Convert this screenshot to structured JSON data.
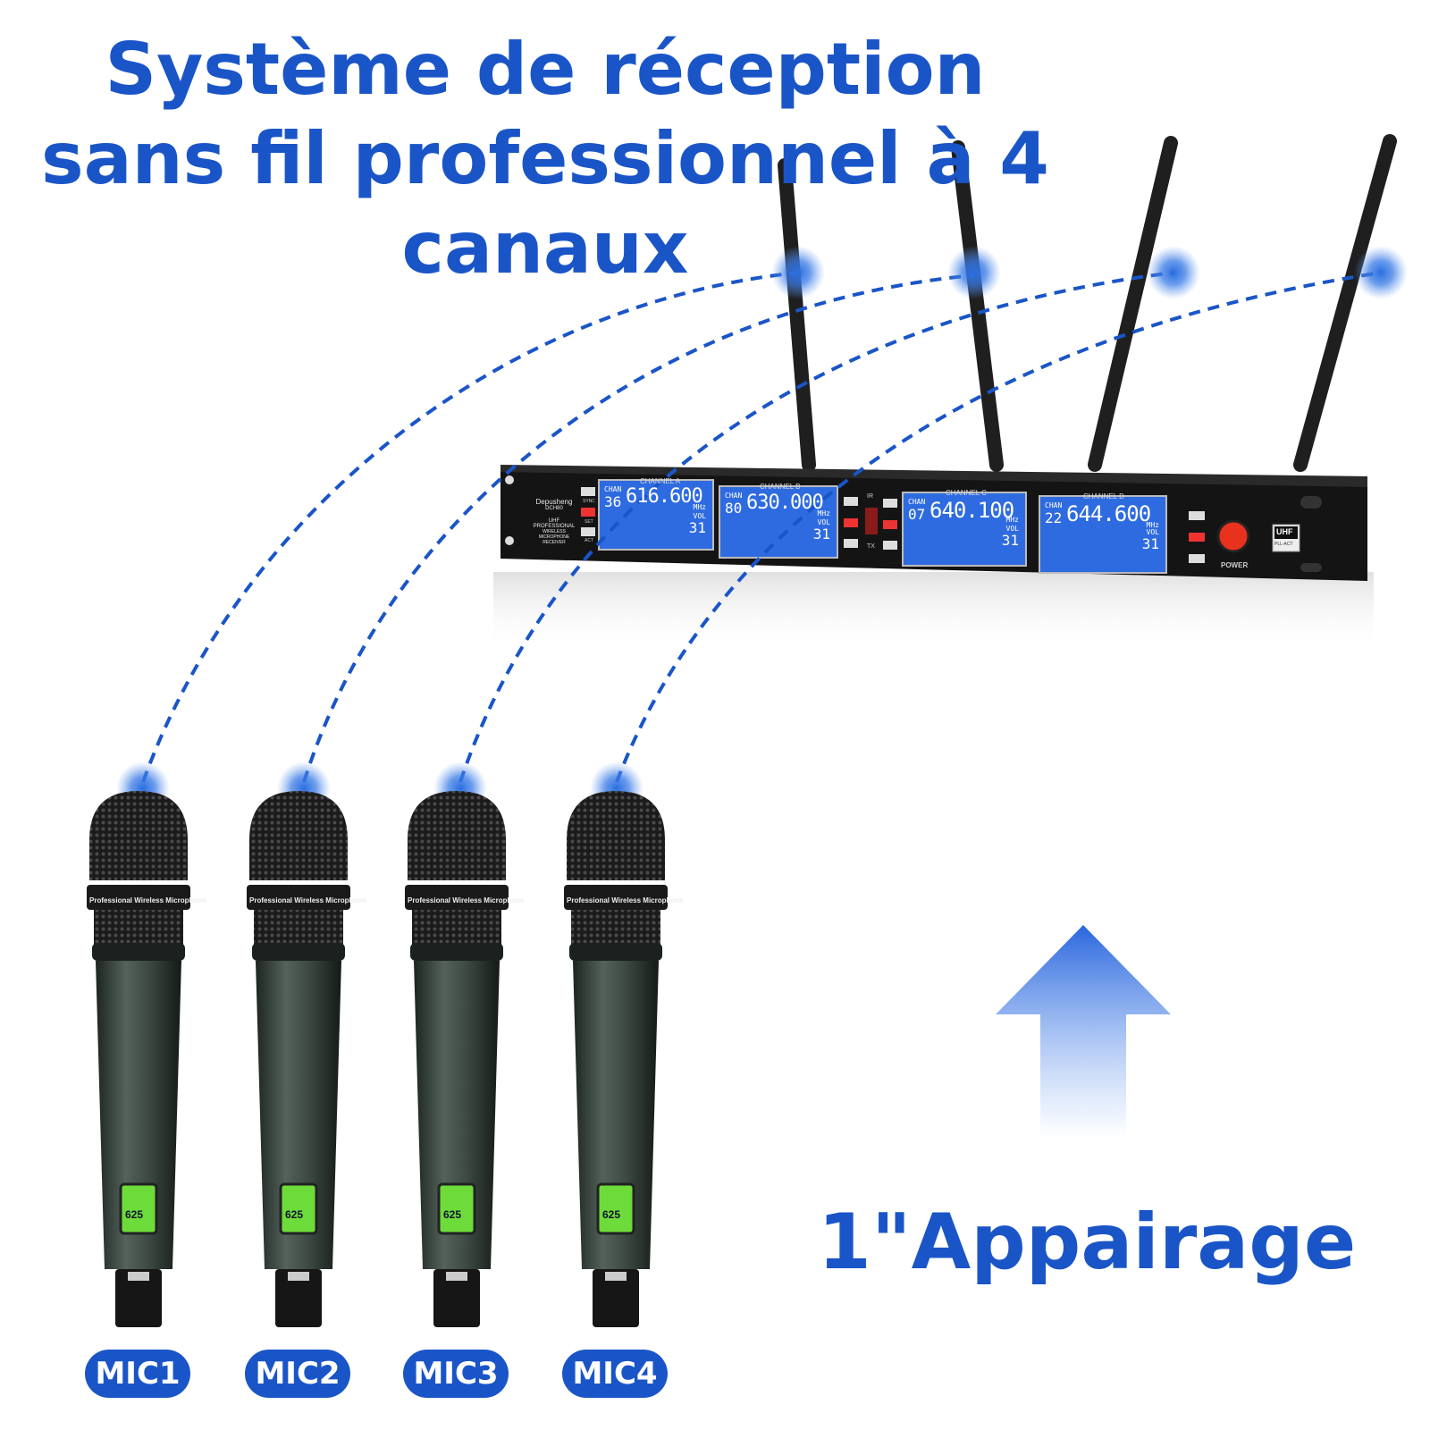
{
  "headline": {
    "line1": "Système de réception",
    "line2": "sans fil professionnel à 4",
    "line3": "canaux"
  },
  "receiver": {
    "brand": "Depusheng",
    "model": "DCH80",
    "subtitle1": "UHF PROFESSIONAL",
    "subtitle2": "WIRELESS MICROPHONE RECEIVER",
    "ir_label": "IR",
    "tx_label": "TX",
    "power_label": "POWER",
    "uhf_badge": "UHF",
    "pll_badge": "PLL-ACT",
    "channels": [
      {
        "label": "CHANNEL A",
        "chan": "36",
        "freq": "616.600",
        "unit": "MHz",
        "vol": "31"
      },
      {
        "label": "CHANNEL B",
        "chan": "80",
        "freq": "630.000",
        "unit": "MHz",
        "vol": "31"
      },
      {
        "label": "CHANNEL C",
        "chan": "07",
        "freq": "640.100",
        "unit": "MHz",
        "vol": "31"
      },
      {
        "label": "CHANNEL D",
        "chan": "22",
        "freq": "644.600",
        "unit": "MHz",
        "vol": "31"
      }
    ],
    "lcd_chan": "CHAN",
    "lcd_vol": "VOL",
    "btn_sync": "SYNC",
    "btn_set": "SET",
    "btn_act": "ACT"
  },
  "mic_band_text": "Professional Wireless Microphone",
  "mic_lcd_value": "625",
  "mics": [
    "MIC1",
    "MIC2",
    "MIC3",
    "MIC4"
  ],
  "pairing_text": "1\"Appairage",
  "colors": {
    "accent": "#1a55c8",
    "lcd": "#2f6be0",
    "power": "#e8321e",
    "mic_lcd": "#6ddc3a"
  }
}
